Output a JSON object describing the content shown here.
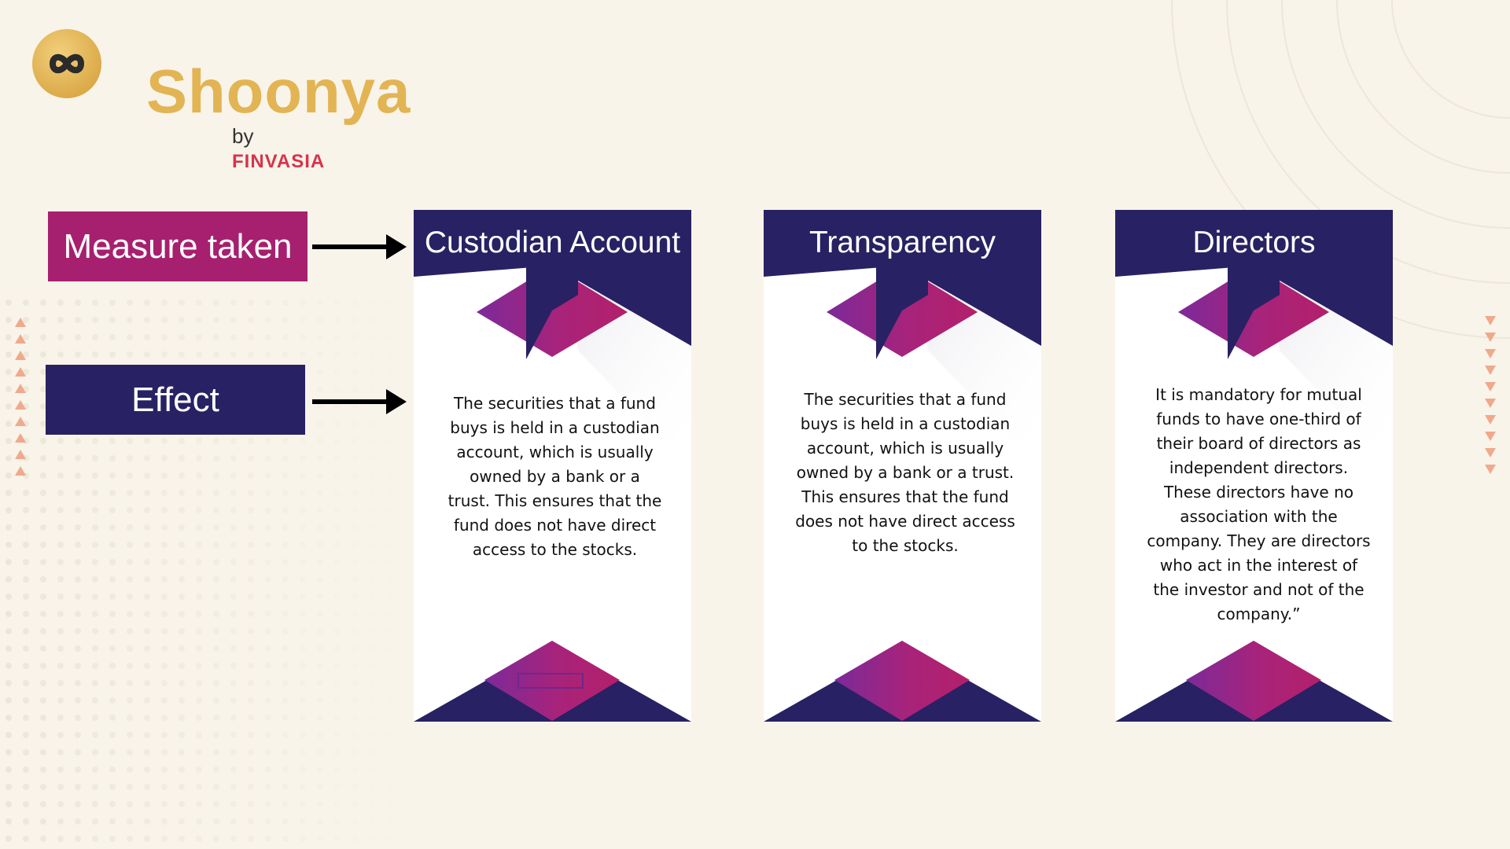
{
  "logo": {
    "name": "Shoonya",
    "byline": "by",
    "brand": "FINVASIA",
    "colors": {
      "gold": "#e2b453",
      "brand_red": "#d8334a"
    }
  },
  "labels": {
    "measure": "Measure taken",
    "effect": "Effect"
  },
  "cards": [
    {
      "title": "Custodian Account",
      "text": "The securities that a fund buys is held in a custodian account, which is usually owned by a bank or a trust. This ensures that the fund does not have direct access to the stocks."
    },
    {
      "title": "Transparency",
      "text": "The securities that a fund buys is held in a custodian account, which is usually owned by a bank or a trust. This ensures that the fund does not have direct access to the stocks."
    },
    {
      "title": "Directors",
      "text": "It is mandatory for mutual funds to have one-third of their board of directors as independent directors. These directors have no association with the company. They are directors who act in the interest of the investor and not of the company.”"
    }
  ],
  "colors": {
    "navy": "#282163",
    "magenta": "#a6206f",
    "purple": "#8a2a9c",
    "background": "#f8f4ea",
    "triangle_accent": "#f0a98c"
  },
  "icons": [
    "infinity-icon",
    "right-arrow-icon",
    "up-triangle-icon",
    "down-triangle-icon",
    "hexagon-badge-icon"
  ]
}
